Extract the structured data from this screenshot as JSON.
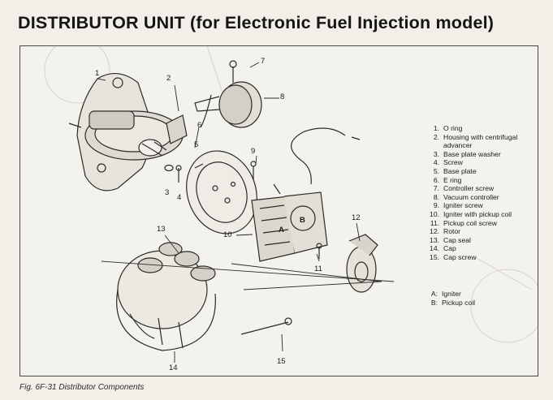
{
  "page": {
    "title": "DISTRIBUTOR UNIT (for Electronic Fuel Injection model)",
    "caption": "Fig. 6F-31  Distributor Components"
  },
  "callouts": [
    "1",
    "2",
    "3",
    "4",
    "5",
    "6",
    "7",
    "8",
    "9",
    "10",
    "11",
    "12",
    "13",
    "14",
    "15"
  ],
  "parts_list": [
    {
      "num": "1.",
      "name": "O ring"
    },
    {
      "num": "2.",
      "name": "Housing with centrifugal"
    },
    {
      "num": "",
      "name": "advancer"
    },
    {
      "num": "3.",
      "name": "Base plate washer"
    },
    {
      "num": "4.",
      "name": "Screw"
    },
    {
      "num": "5.",
      "name": "Base plate"
    },
    {
      "num": "6.",
      "name": "E ring"
    },
    {
      "num": "7.",
      "name": "Controller screw"
    },
    {
      "num": "8.",
      "name": "Vacuum controller"
    },
    {
      "num": "9.",
      "name": "Igniter screw"
    },
    {
      "num": "10.",
      "name": "Igniter with pickup coil"
    },
    {
      "num": "11.",
      "name": "Pickup coil screw"
    },
    {
      "num": "12.",
      "name": "Rotor"
    },
    {
      "num": "13.",
      "name": "Cap seal"
    },
    {
      "num": "14.",
      "name": "Cap"
    },
    {
      "num": "15.",
      "name": "Cap screw"
    }
  ],
  "sub_legend": [
    {
      "num": "A:",
      "name": "Igniter"
    },
    {
      "num": "B:",
      "name": "Pickup coil"
    }
  ],
  "diagram_letters": {
    "a": "A",
    "b": "B"
  }
}
